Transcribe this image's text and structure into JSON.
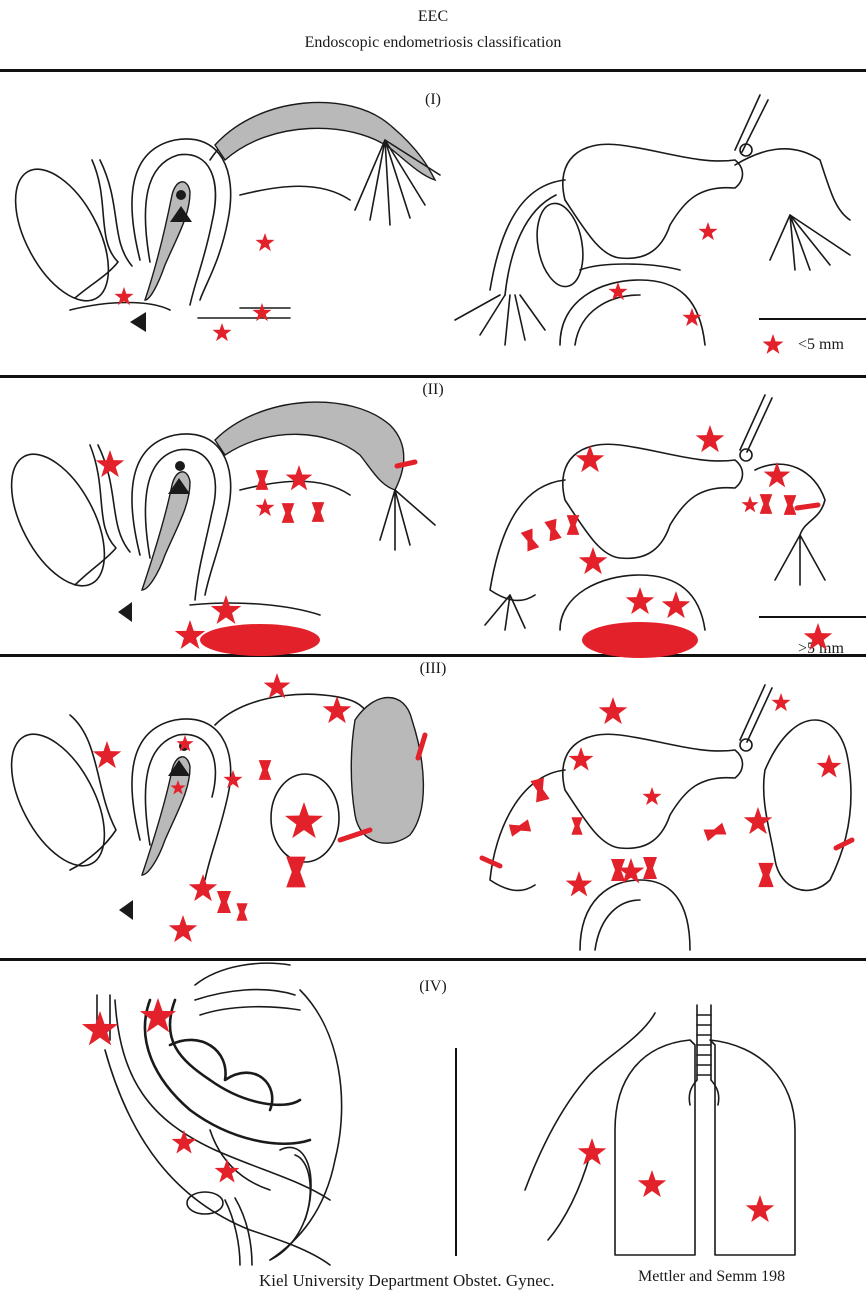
{
  "header": {
    "abbreviation": "EEC",
    "title": "Endoscopic endometriosis classification"
  },
  "stages": [
    {
      "label": "(I)"
    },
    {
      "label": "(II)"
    },
    {
      "label": "(III)"
    },
    {
      "label": "(IV)"
    }
  ],
  "legend": {
    "small": "<5 mm",
    "large": ">5 mm"
  },
  "credits": {
    "institution": "Kiel University Department Obstet. Gynec.",
    "authors": "Mettler and Semm 198"
  },
  "colors": {
    "lesion": "#e3212b",
    "line": "#1a1a1a"
  }
}
